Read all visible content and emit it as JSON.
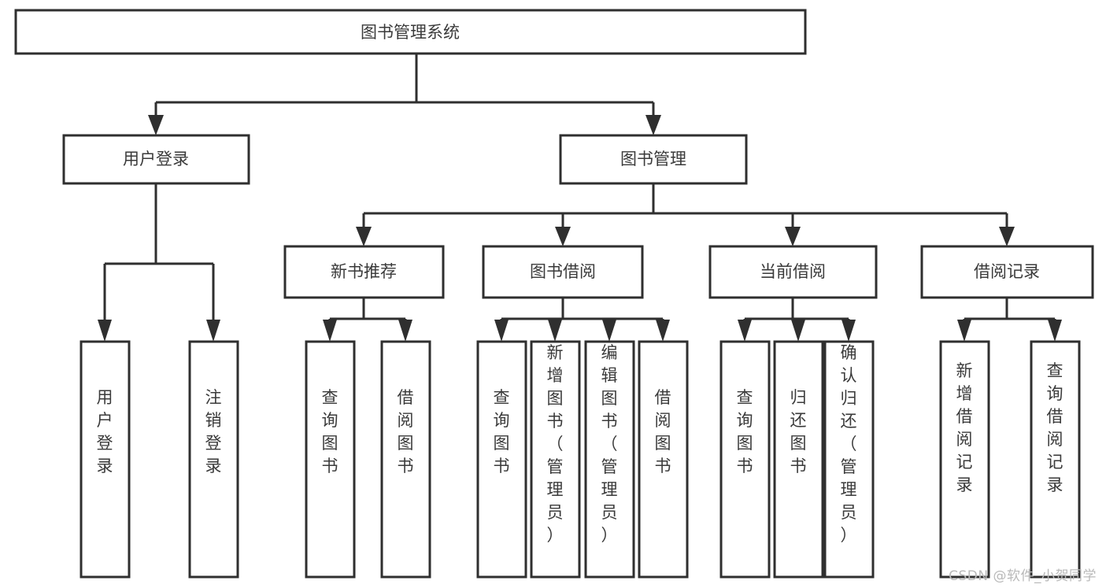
{
  "diagram": {
    "type": "tree-hierarchy",
    "title": "图书管理系统",
    "watermark": "CSDN @软件_小贺同学",
    "colors": {
      "box_stroke": "#2f2f2f",
      "box_fill": "#ffffff",
      "text": "#3a3a3a",
      "connector": "#2f2f2f",
      "watermark": "#b9b9b9",
      "background": "#ffffff"
    },
    "levels": {
      "root": {
        "label": "图书管理系统",
        "orientation": "horizontal"
      },
      "level1": [
        {
          "label": "用户登录",
          "orientation": "horizontal"
        },
        {
          "label": "图书管理",
          "orientation": "horizontal"
        }
      ],
      "level2": [
        {
          "label": "新书推荐",
          "orientation": "horizontal"
        },
        {
          "label": "图书借阅",
          "orientation": "horizontal"
        },
        {
          "label": "当前借阅",
          "orientation": "horizontal"
        },
        {
          "label": "借阅记录",
          "orientation": "horizontal"
        }
      ],
      "leaves": {
        "user_login": [
          {
            "label": "用户登录",
            "orientation": "vertical"
          },
          {
            "label": "注销登录",
            "orientation": "vertical"
          }
        ],
        "new_book_recommend": [
          {
            "label": "查询图书",
            "orientation": "vertical"
          },
          {
            "label": "借阅图书",
            "orientation": "vertical"
          }
        ],
        "book_borrow": [
          {
            "label": "查询图书",
            "orientation": "vertical"
          },
          {
            "label": "新增图书（管理员）",
            "orientation": "vertical"
          },
          {
            "label": "编辑图书（管理员）",
            "orientation": "vertical"
          },
          {
            "label": "借阅图书",
            "orientation": "vertical"
          }
        ],
        "current_borrow": [
          {
            "label": "查询图书",
            "orientation": "vertical"
          },
          {
            "label": "归还图书",
            "orientation": "vertical"
          },
          {
            "label": "确认归还（管理员）",
            "orientation": "vertical"
          }
        ],
        "borrow_record": [
          {
            "label": "新增借阅记录",
            "orientation": "vertical"
          },
          {
            "label": "查询借阅记录",
            "orientation": "vertical"
          }
        ]
      }
    }
  }
}
